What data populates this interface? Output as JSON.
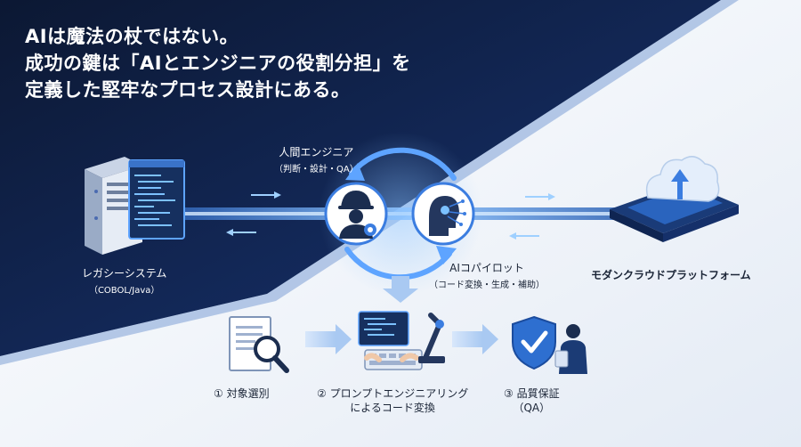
{
  "headline": {
    "line1": "AIは魔法の杖ではない。",
    "line2": "成功の鍵は「AIとエンジニアの役割分担」を",
    "line3": "定義した堅牢なプロセス設計にある。"
  },
  "legacy": {
    "title": "レガシーシステム",
    "subtitle": "（COBOL/Java）"
  },
  "human": {
    "title": "人間エンジニア",
    "subtitle": "（判断・設計・QA）"
  },
  "copilot": {
    "title": "AIコパイロット",
    "subtitle": "（コード変換・生成・補助）"
  },
  "modern": {
    "title": "モダンクラウドプラットフォーム"
  },
  "steps": [
    {
      "label": "① 対象選別"
    },
    {
      "label": "② プロンプトエンジニアリング",
      "label2": "によるコード変換"
    },
    {
      "label": "③ 品質保証",
      "label2": "（QA）"
    }
  ],
  "colors": {
    "navy": "#0f1d3d",
    "accent": "#3b7de0",
    "glow": "#6fb0ff"
  },
  "icons": [
    "server-icon",
    "code-window-icon",
    "engineer-icon",
    "ai-head-icon",
    "cloud-upload-icon",
    "document-search-icon",
    "robot-keyboard-icon",
    "shield-check-icon",
    "person-tablet-icon"
  ]
}
